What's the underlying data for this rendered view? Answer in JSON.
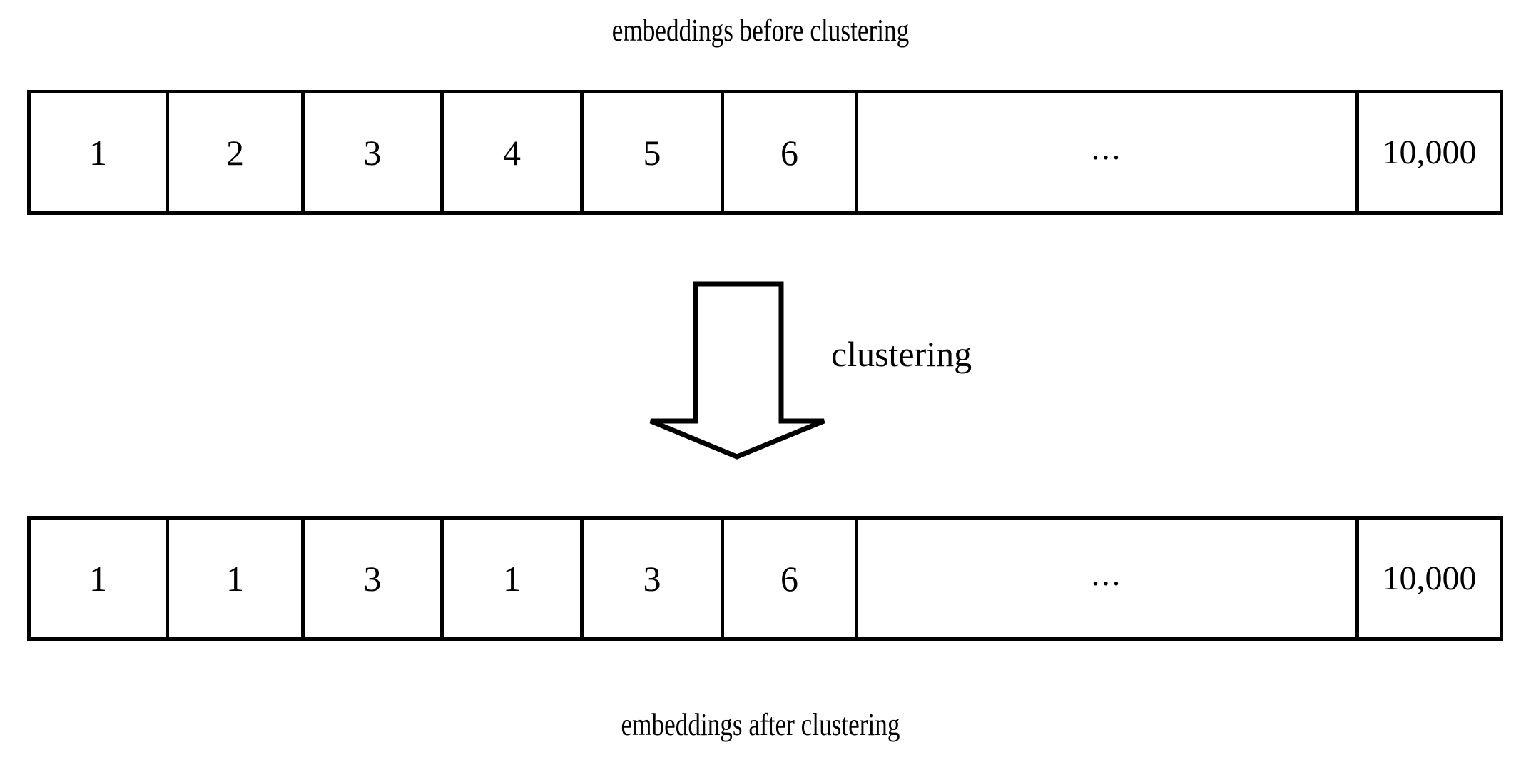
{
  "figure": {
    "type": "diagram",
    "subject": "embedding index clustering",
    "top_caption": "embeddings before clustering",
    "bottom_caption": "embeddings after clustering",
    "arrow_label": "clustering",
    "arrow_direction": "down",
    "colors": {
      "stroke": "#000000",
      "background": "#ffffff",
      "text": "#000000"
    }
  },
  "rows": {
    "before": {
      "name": "embeddings before clustering",
      "cells": [
        {
          "value": "1"
        },
        {
          "value": "2"
        },
        {
          "value": "3"
        },
        {
          "value": "4"
        },
        {
          "value": "5"
        },
        {
          "value": "6"
        },
        {
          "value": "..."
        },
        {
          "value": "10,000"
        }
      ]
    },
    "after": {
      "name": "embeddings after clustering",
      "cells": [
        {
          "value": "1"
        },
        {
          "value": "1"
        },
        {
          "value": "3"
        },
        {
          "value": "1"
        },
        {
          "value": "3"
        },
        {
          "value": "6"
        },
        {
          "value": "..."
        },
        {
          "value": "10,000"
        }
      ]
    }
  }
}
